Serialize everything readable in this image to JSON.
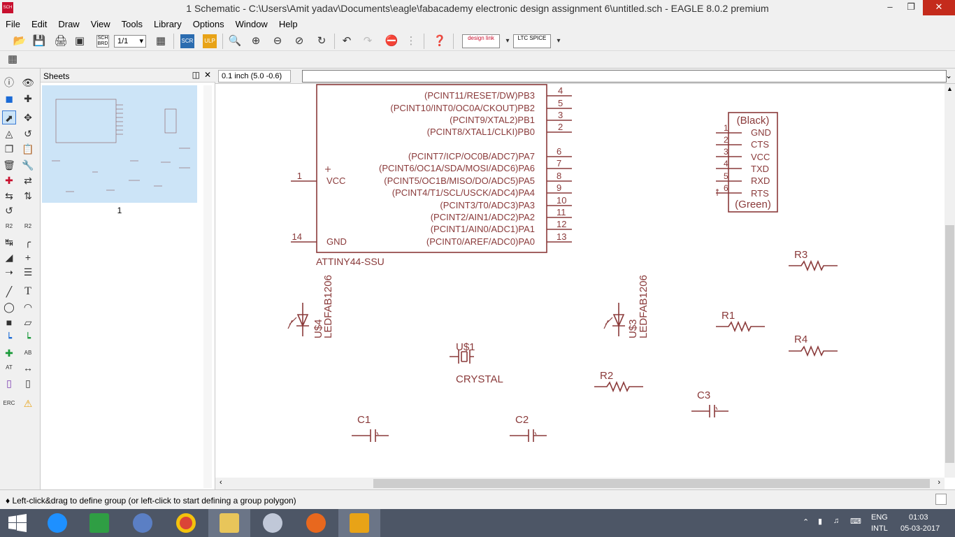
{
  "window": {
    "title": "1 Schematic - C:\\Users\\Amit yadav\\Documents\\eagle\\fabacademy electronic design assignment 6\\untitled.sch - EAGLE 8.0.2 premium",
    "app_icon": "SCH",
    "minimize_label": "–",
    "restore_label": "❐",
    "close_label": "✕"
  },
  "menu": [
    "File",
    "Edit",
    "Draw",
    "View",
    "Tools",
    "Library",
    "Options",
    "Window",
    "Help"
  ],
  "toolbar": {
    "sheet_select": "1/1",
    "sch_brd_label": "SCH BRD",
    "design_link_label": "design link",
    "ltspice_label": "LTC SPICE"
  },
  "sheets_panel": {
    "title": "Sheets",
    "sheet_number": "1"
  },
  "command": {
    "coordinates": "0.1 inch (5.0 -0.6)",
    "input_value": ""
  },
  "schematic": {
    "mcu": {
      "name": "ATTINY44-SSU",
      "left_pins": [
        {
          "num": "1",
          "label": "VCC"
        },
        {
          "num": "14",
          "label": "GND"
        }
      ],
      "right_pins": [
        {
          "num": "4",
          "label": "(PCINT11/RESET/DW)PB3"
        },
        {
          "num": "5",
          "label": "(PCINT10/INT0/OC0A/CKOUT)PB2"
        },
        {
          "num": "3",
          "label": "(PCINT9/XTAL2)PB1"
        },
        {
          "num": "2",
          "label": "(PCINT8/XTAL1/CLKI)PB0"
        },
        {
          "num": "6",
          "label": "(PCINT7/ICP/OC0B/ADC7)PA7"
        },
        {
          "num": "7",
          "label": "(PCINT6/OC1A/SDA/MOSI/ADC6)PA6"
        },
        {
          "num": "8",
          "label": "(PCINT5/OC1B/MISO/DO/ADC5)PA5"
        },
        {
          "num": "9",
          "label": "(PCINT4/T1/SCL/USCK/ADC4)PA4"
        },
        {
          "num": "10",
          "label": "(PCINT3/T0/ADC3)PA3"
        },
        {
          "num": "11",
          "label": "(PCINT2/AIN1/ADC2)PA2"
        },
        {
          "num": "12",
          "label": "(PCINT1/AIN0/ADC1)PA1"
        },
        {
          "num": "13",
          "label": "(PCINT0/AREF/ADC0)PA0"
        }
      ]
    },
    "ftdi": {
      "top_label": "(Black)",
      "bottom_label": "(Green)",
      "pins": [
        {
          "num": "1",
          "label": "GND"
        },
        {
          "num": "2",
          "label": "CTS"
        },
        {
          "num": "3",
          "label": "VCC"
        },
        {
          "num": "4",
          "label": "TXD"
        },
        {
          "num": "5",
          "label": "RXD"
        },
        {
          "num": "6",
          "label": "RTS"
        }
      ]
    },
    "leds": [
      {
        "name": "U$4",
        "value": "LEDFAB1206"
      },
      {
        "name": "U$3",
        "value": "LEDFAB1206"
      }
    ],
    "crystal": {
      "name": "U$1",
      "value": "CRYSTAL"
    },
    "resistors": [
      "R1",
      "R2",
      "R3",
      "R4"
    ],
    "capacitors": [
      "C1",
      "C2",
      "C3"
    ]
  },
  "status": {
    "text": "♦ Left-click&drag to define group (or left-click to start defining a group polygon)"
  },
  "taskbar": {
    "lang_top": "ENG",
    "lang_bottom": "INTL",
    "time": "01:03",
    "date": "05-03-2017"
  },
  "colors": {
    "schematic_line": "#8a3a3a",
    "selection_blue": "#cce4f7",
    "taskbar": "#4d5666"
  }
}
